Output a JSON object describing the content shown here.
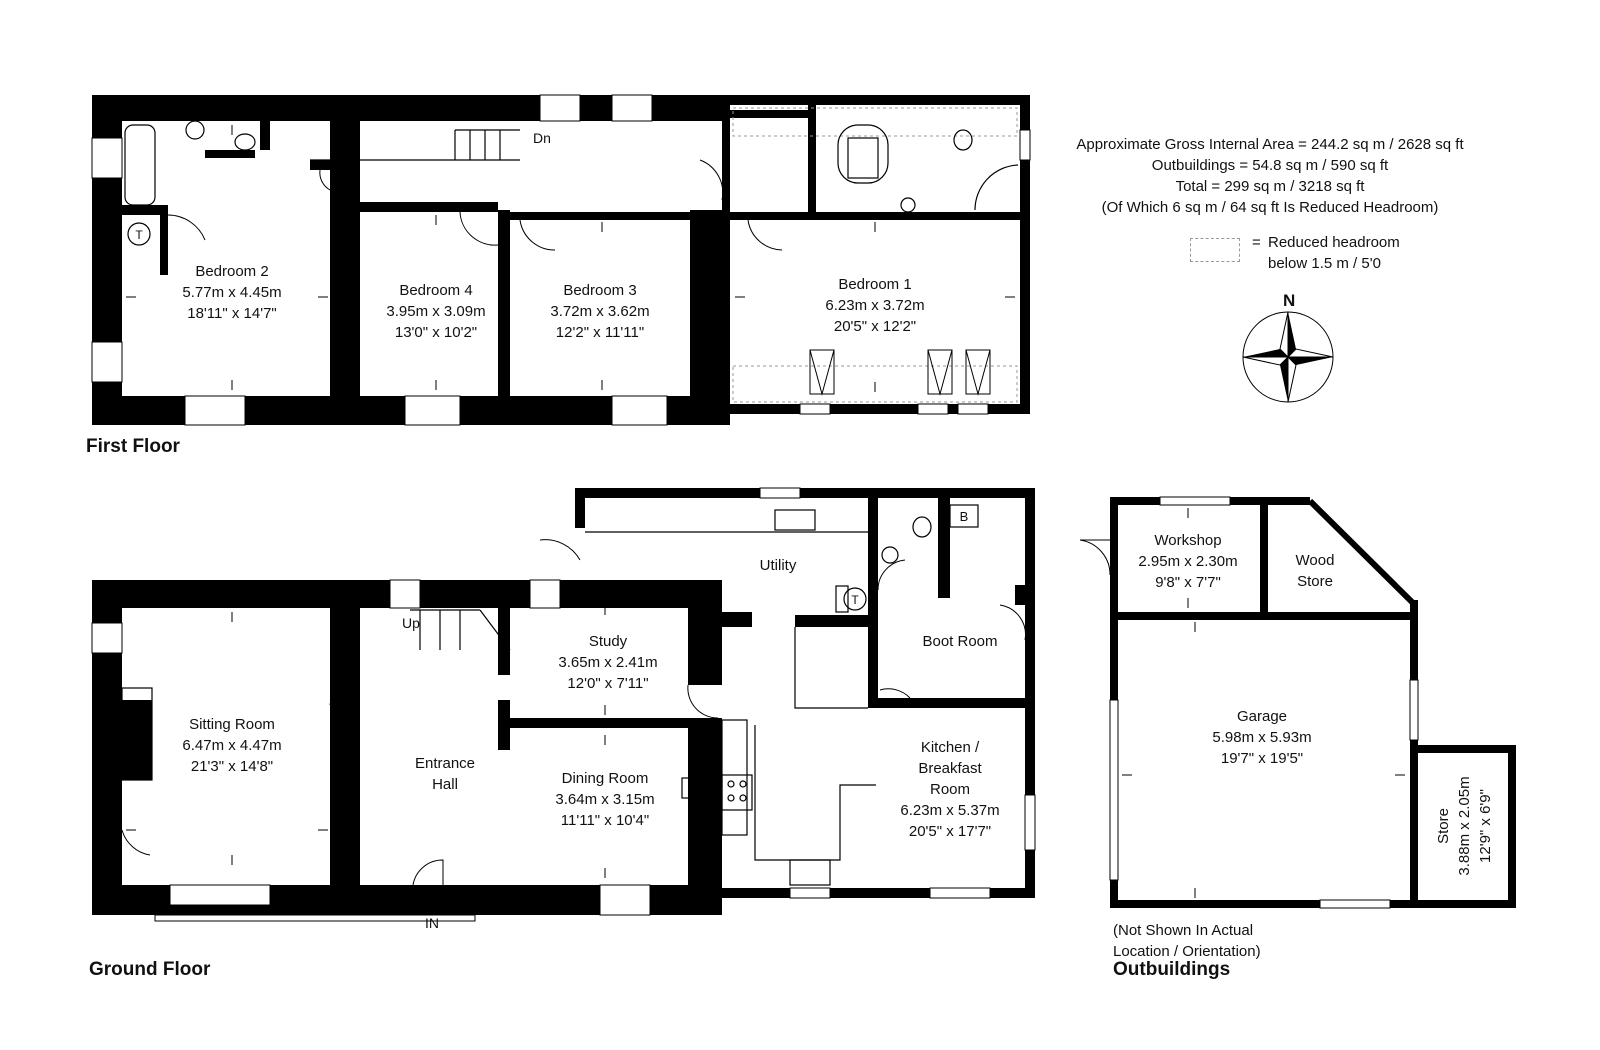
{
  "info": {
    "gross_area": "Approximate Gross Internal Area = 244.2 sq m / 2628 sq ft",
    "outbuildings": "Outbuildings = 54.8 sq m / 590 sq ft",
    "total": "Total = 299 sq m / 3218 sq ft",
    "reduced": "(Of Which 6 sq m / 64 sq ft Is Reduced Headroom)"
  },
  "legend": {
    "eq": "=",
    "line1": "Reduced headroom",
    "line2": "below 1.5 m / 5'0"
  },
  "compass": "N",
  "first_floor": {
    "title": "First Floor",
    "stairs": "Dn",
    "rooms": [
      {
        "name": "Bedroom 2",
        "dim_m": "5.77m x 4.45m",
        "dim_ft": "18'11\" x 14'7\""
      },
      {
        "name": "Bedroom 4",
        "dim_m": "3.95m x 3.09m",
        "dim_ft": "13'0\" x 10'2\""
      },
      {
        "name": "Bedroom 3",
        "dim_m": "3.72m x 3.62m",
        "dim_ft": "12'2\" x 11'11\""
      },
      {
        "name": "Bedroom 1",
        "dim_m": "6.23m x 3.72m",
        "dim_ft": "20'5\" x 12'2\""
      }
    ],
    "symbols": {
      "tank": "T"
    }
  },
  "ground_floor": {
    "title": "Ground Floor",
    "stairs": "Up",
    "entrance": "IN",
    "rooms": [
      {
        "name": "Sitting Room",
        "dim_m": "6.47m x 4.47m",
        "dim_ft": "21'3\" x 14'8\""
      },
      {
        "name_l1": "Entrance",
        "name_l2": "Hall"
      },
      {
        "name": "Study",
        "dim_m": "3.65m x 2.41m",
        "dim_ft": "12'0\" x 7'11\""
      },
      {
        "name": "Dining Room",
        "dim_m": "3.64m x 3.15m",
        "dim_ft": "11'11\" x 10'4\""
      },
      {
        "name": "Utility"
      },
      {
        "name": "Boot Room"
      },
      {
        "name_l1": "Kitchen /",
        "name_l2": "Breakfast",
        "name_l3": "Room",
        "dim_m": "6.23m x 5.37m",
        "dim_ft": "20'5\" x 17'7\""
      }
    ],
    "symbols": {
      "tank": "T",
      "boiler": "B"
    }
  },
  "outbuildings": {
    "title": "Outbuildings",
    "note_l1": "(Not Shown In Actual",
    "note_l2": "Location / Orientation)",
    "rooms": [
      {
        "name": "Workshop",
        "dim_m": "2.95m x 2.30m",
        "dim_ft": "9'8\" x 7'7\""
      },
      {
        "name_l1": "Wood",
        "name_l2": "Store"
      },
      {
        "name": "Garage",
        "dim_m": "5.98m x 5.93m",
        "dim_ft": "19'7\" x 19'5\""
      },
      {
        "name": "Store",
        "dim_m": "3.88m x 2.05m",
        "dim_ft": "12'9\" x 6'9\""
      }
    ]
  }
}
